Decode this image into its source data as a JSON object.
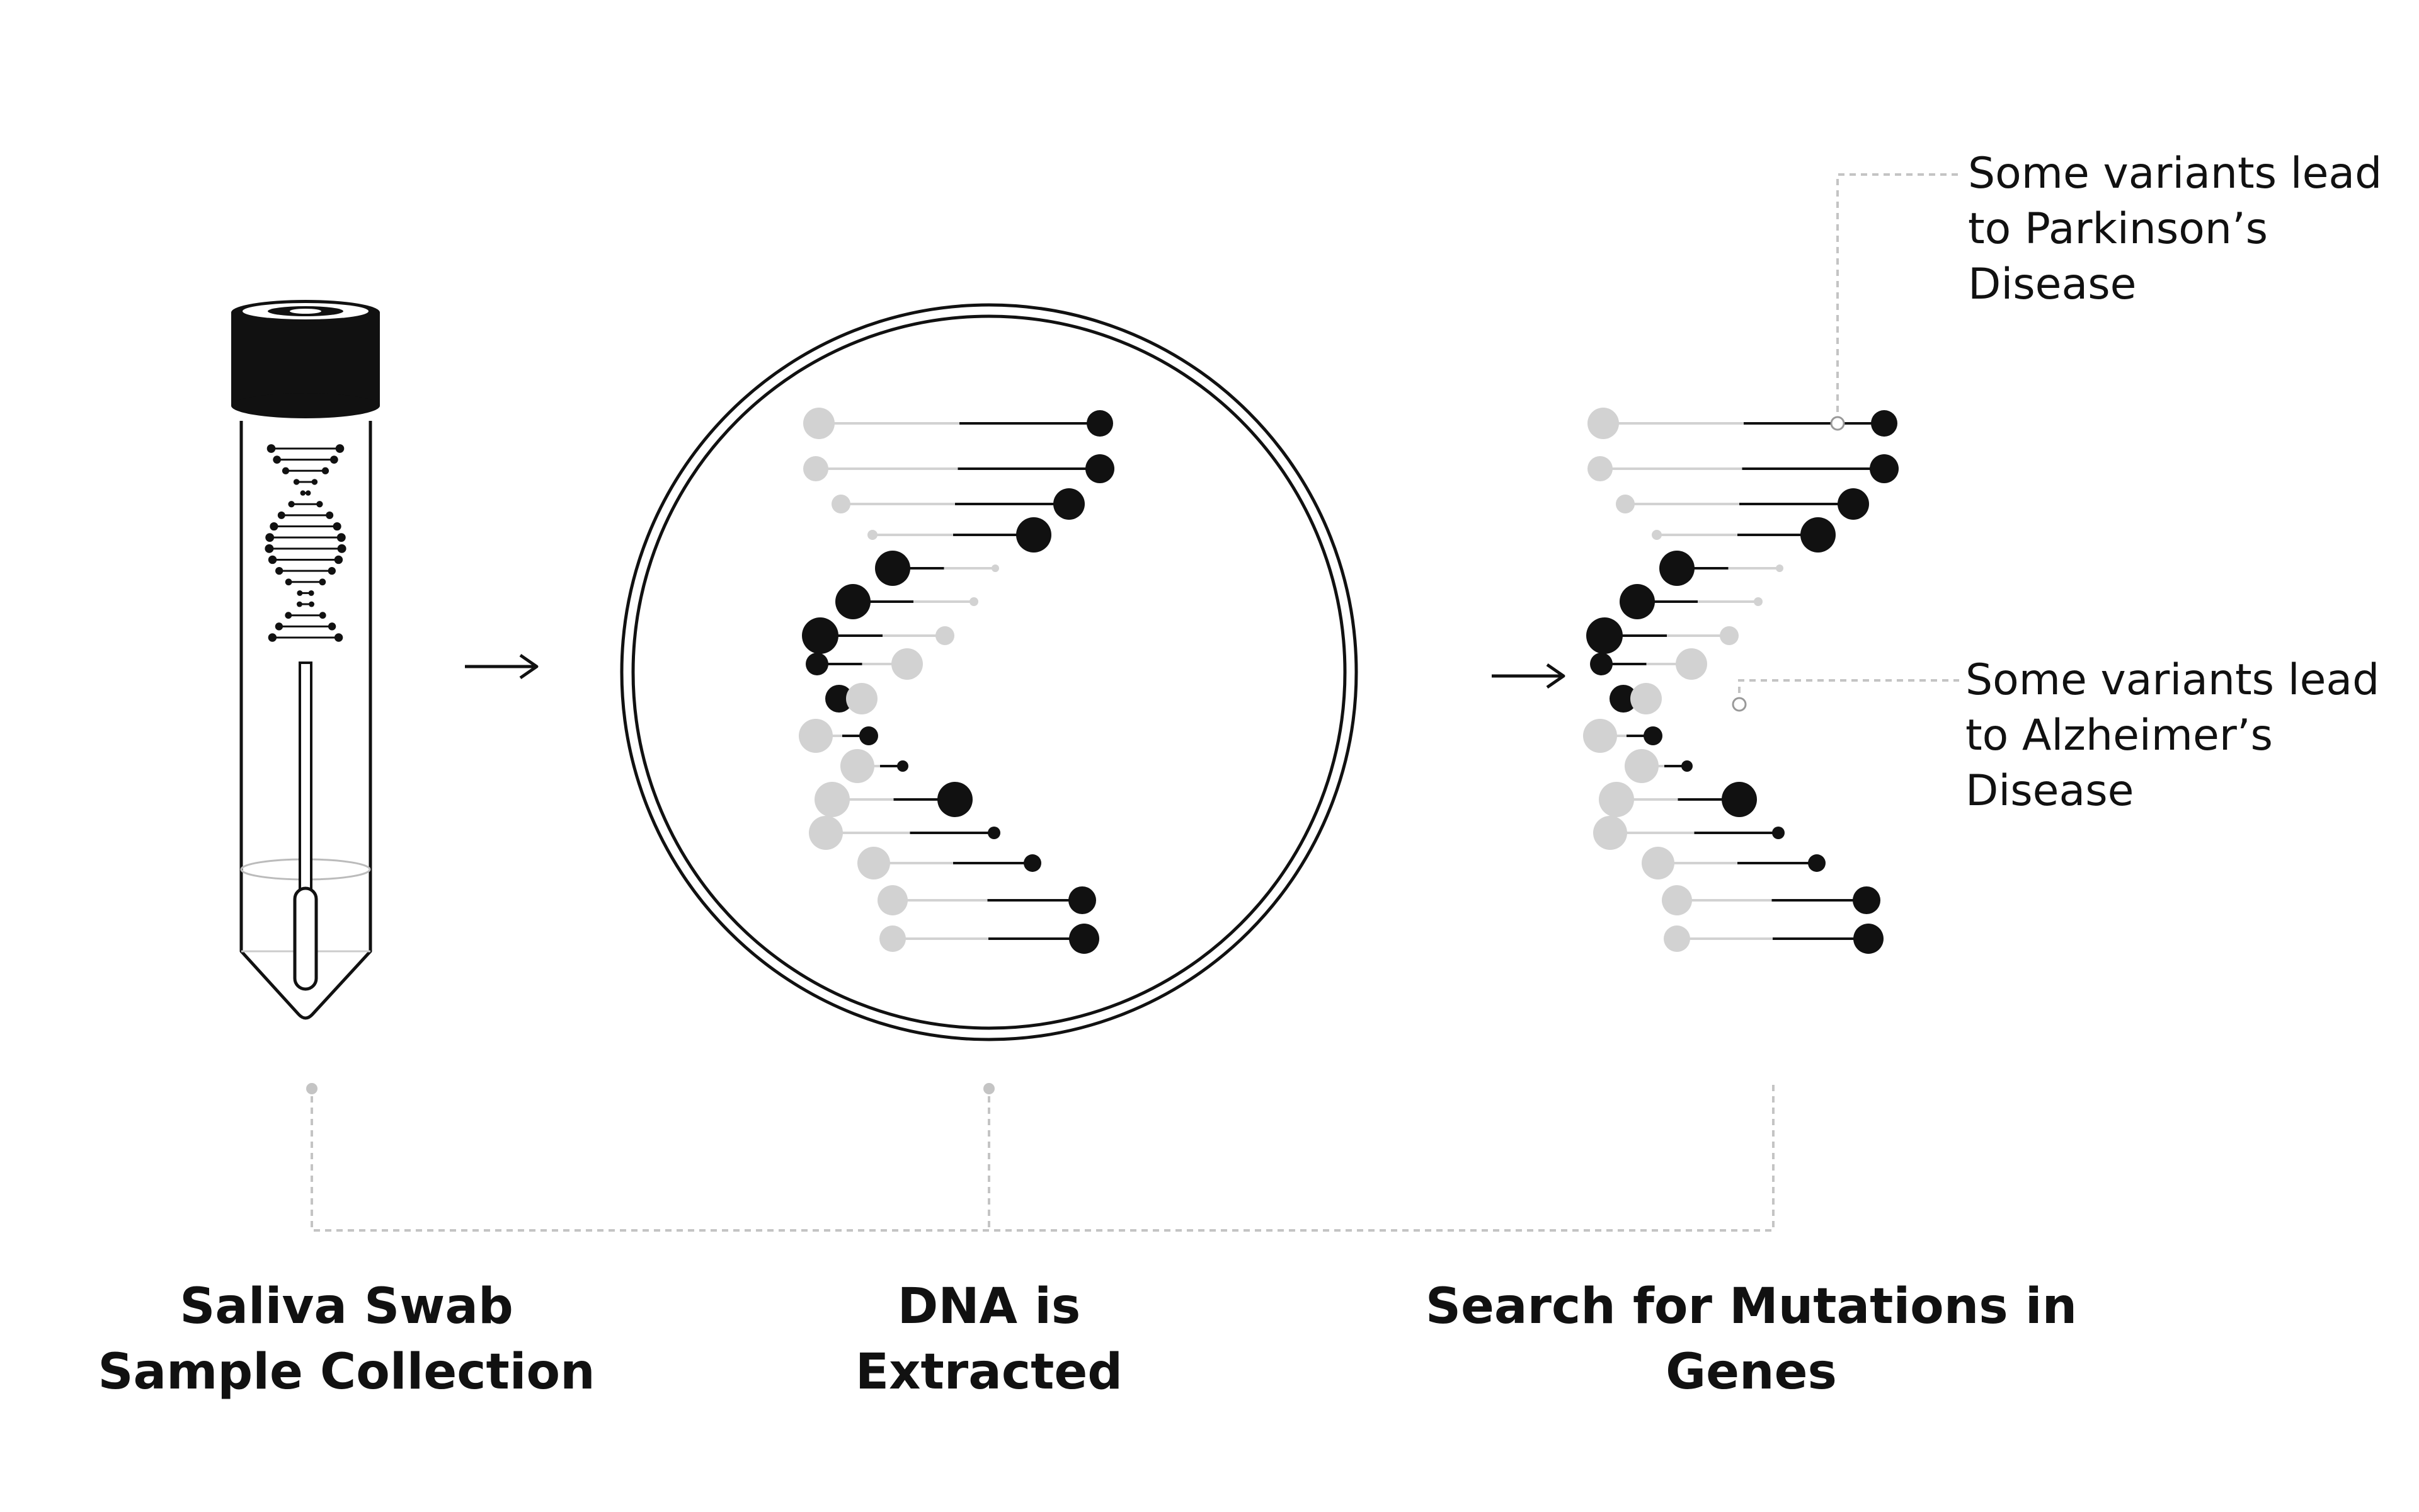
{
  "steps": [
    {
      "line1": "Saliva Swab",
      "line2": "Sample Collection"
    },
    {
      "line1": "DNA is",
      "line2": "Extracted"
    },
    {
      "line1": "Search for Mutations in",
      "line2": "Genes"
    }
  ],
  "annotations": {
    "parkinsons": {
      "line1": "Some variants lead",
      "line2": "to Parkinson’s",
      "line3": "Disease"
    },
    "alzheimers": {
      "line1": "Some variants lead",
      "line2": "to Alzheimer’s",
      "line3": "Disease"
    }
  },
  "colors": {
    "dark": "#111111",
    "light": "#d2d2d2",
    "connector": "#c4c4c4"
  },
  "icons": [
    "saliva-tube-icon",
    "dna-helix-icon",
    "arrow-right-icon"
  ]
}
